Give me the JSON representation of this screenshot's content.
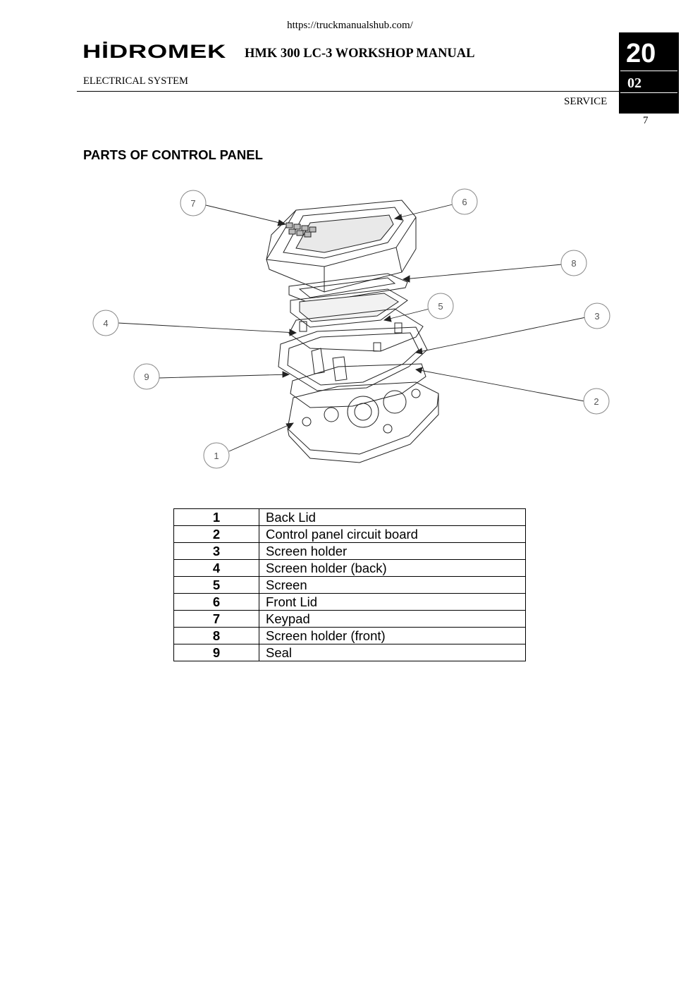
{
  "header": {
    "url": "https://truckmanualshub.com/",
    "brand": "HİDROMEK",
    "title": "HMK 300 LC-3 WORKSHOP MANUAL",
    "section": "ELECTRICAL SYSTEM",
    "subsection": "SERVICE",
    "code_major": "20",
    "code_minor": "02",
    "page": "7"
  },
  "heading": "PARTS OF CONTROL PANEL",
  "figure": {
    "callouts": [
      "1",
      "2",
      "3",
      "4",
      "5",
      "6",
      "7",
      "8",
      "9"
    ]
  },
  "parts": [
    {
      "num": "1",
      "name": "Back Lid"
    },
    {
      "num": "2",
      "name": "Control panel circuit board"
    },
    {
      "num": "3",
      "name": "Screen holder"
    },
    {
      "num": "4",
      "name": "Screen holder (back)"
    },
    {
      "num": "5",
      "name": "Screen"
    },
    {
      "num": "6",
      "name": "Front Lid"
    },
    {
      "num": "7",
      "name": "Keypad"
    },
    {
      "num": "8",
      "name": "Screen holder (front)"
    },
    {
      "num": "9",
      "name": "Seal"
    }
  ]
}
